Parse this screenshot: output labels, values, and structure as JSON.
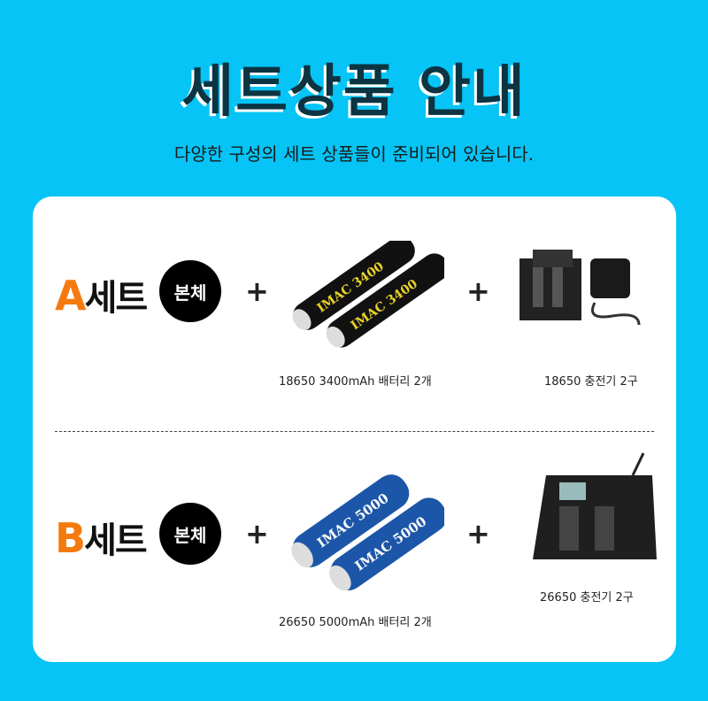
{
  "title": "세트상품 안내",
  "subtitle": "다양한 구성의 세트 상품들이 준비되어 있습니다.",
  "sets": [
    {
      "letter": "A",
      "label": "세트",
      "badge": "본체",
      "plus": "+",
      "battery_caption": "18650 3400mAh 배터리 2개",
      "battery_brand": "IMAC 3400",
      "charger_caption": "18650 충전기 2구",
      "battery_color": "#111111",
      "battery_text_color": "#e8d22a"
    },
    {
      "letter": "B",
      "label": "세트",
      "badge": "본체",
      "plus": "+",
      "battery_caption": "26650 5000mAh 배터리 2개",
      "battery_brand": "IMAC 5000",
      "charger_caption": "26650 충전기 2구",
      "battery_color": "#1b56a8",
      "battery_text_color": "#ffffff"
    }
  ]
}
